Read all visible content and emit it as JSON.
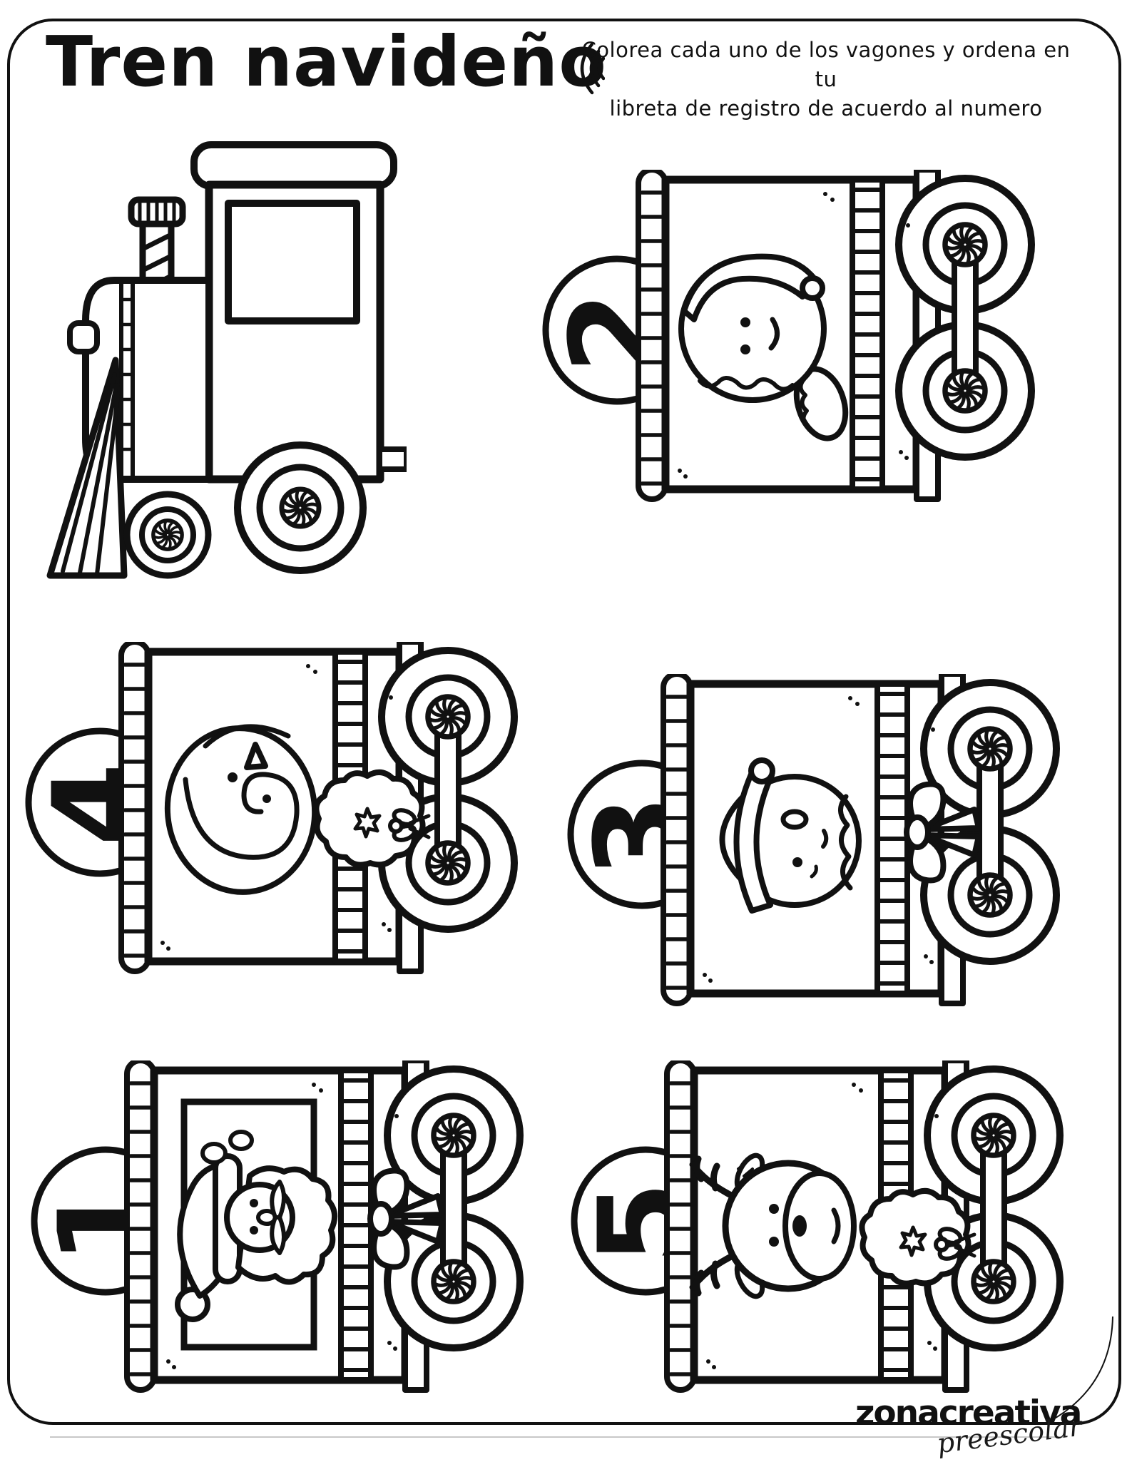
{
  "header": {
    "title": "Tren navideño",
    "instructions_line1": "Colorea cada uno de los vagones y ordena en tu",
    "instructions_line2": "libreta de registro de acuerdo al numero"
  },
  "train": {
    "engine": "steam-locomotive-coloring-outline",
    "wagons": [
      {
        "number": "2",
        "character": "gingerbread-elf",
        "decoration": "none",
        "position": "top-right"
      },
      {
        "number": "4",
        "character": "penguin",
        "decoration": "wreath",
        "position": "middle-left"
      },
      {
        "number": "3",
        "character": "elf",
        "decoration": "bow",
        "position": "middle-right"
      },
      {
        "number": "1",
        "character": "santa-claus",
        "decoration": "bow",
        "position": "bottom-left"
      },
      {
        "number": "5",
        "character": "reindeer",
        "decoration": "wreath",
        "position": "bottom-right"
      }
    ]
  },
  "footer": {
    "brand": "zonacreativa",
    "brand_sub": "preescolar"
  },
  "icons": {
    "flourish": "triple-arc-flourish"
  },
  "colors": {
    "ink": "#111111",
    "paper": "#ffffff"
  }
}
